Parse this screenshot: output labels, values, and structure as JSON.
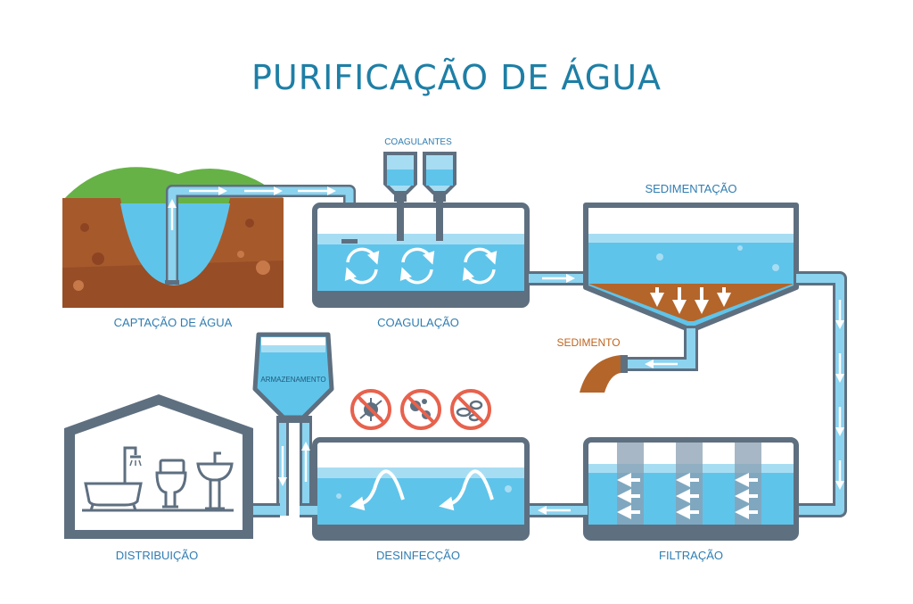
{
  "title": "PURIFICAÇÃO DE ÁGUA",
  "colors": {
    "title": "#1e7fa6",
    "label": "#2f7db2",
    "sediment_label": "#c0641c",
    "frame": "#5e6f80",
    "water": "#5fc4ea",
    "water_light": "#a7ddf3",
    "pipe": "#8bd3ef",
    "sediment": "#b4652a",
    "grass": "#66b247",
    "soil": "#a65a2c",
    "ban": "#e7624d"
  },
  "stages": {
    "captacao": "CAPTAÇÃO DE ÁGUA",
    "coagulacao": "COAGULAÇÃO",
    "coagulantes": "COAGULANTES",
    "sedimentacao": "SEDIMENTAÇÃO",
    "sedimento": "SEDIMENTO",
    "armazenamento": "ARMAZENAMENTO",
    "distribuicao": "DISTRIBUIÇÃO",
    "desinfeccao": "DESINFECÇÃO",
    "filtracao": "FILTRAÇÃO"
  },
  "icons": [
    "microbe-ban-icon",
    "virus-ban-icon",
    "bacteria-ban-icon",
    "bathtub-shower-icon",
    "toilet-icon",
    "sink-icon",
    "rotation-arrow-icon",
    "wave-arrow-icon"
  ]
}
